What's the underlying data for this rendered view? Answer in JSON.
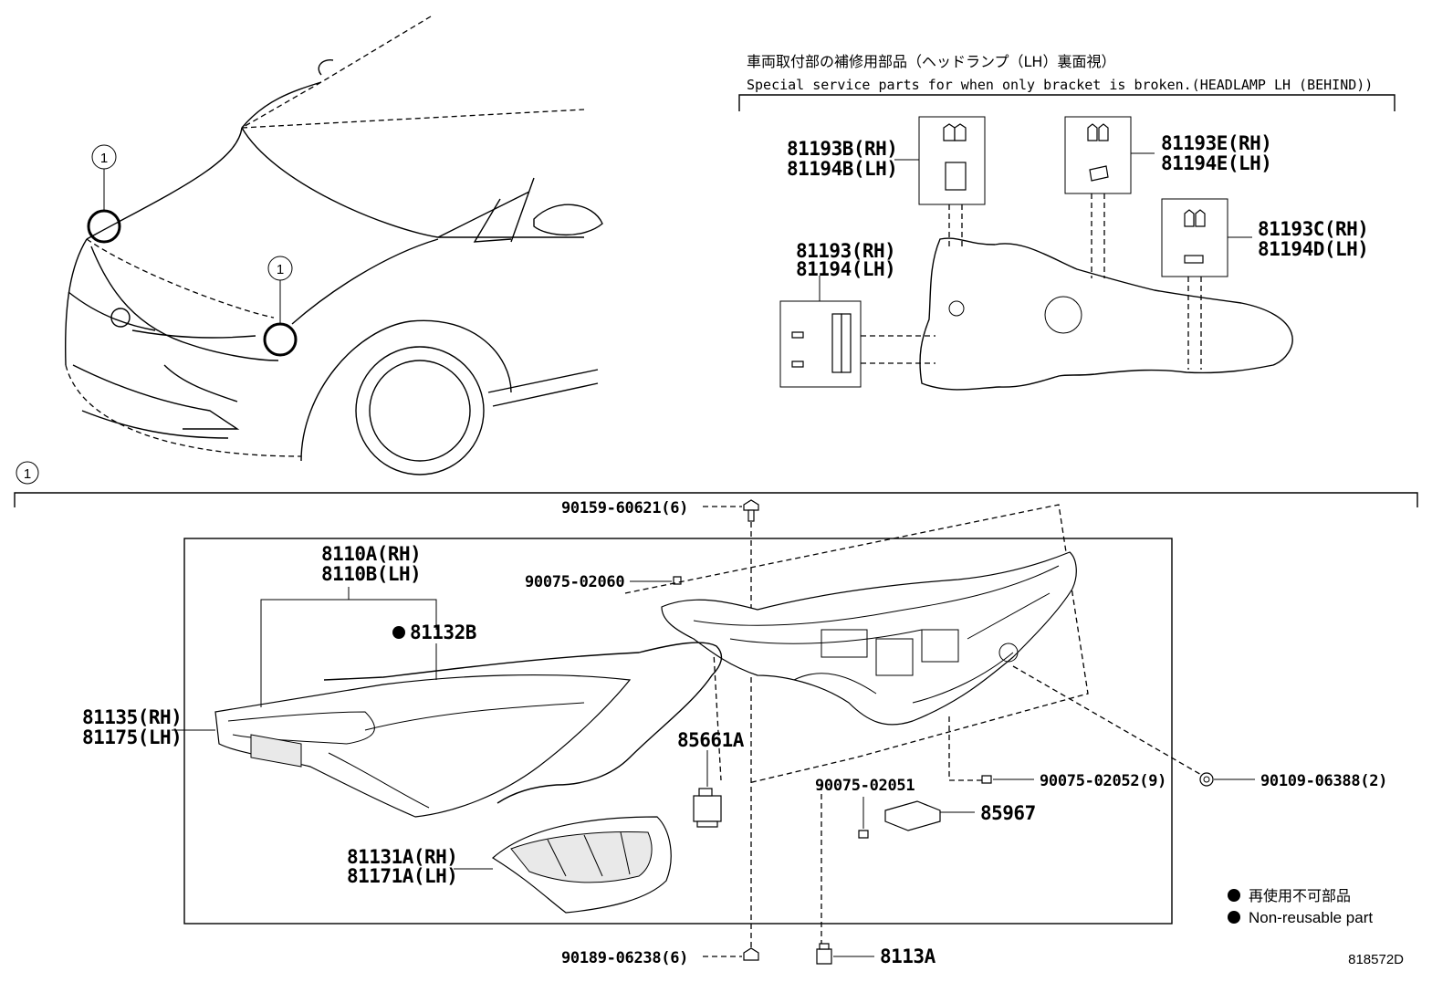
{
  "callout": {
    "number": "1"
  },
  "inset": {
    "title_jp": "車両取付部の補修用部品（ヘッドランプ（LH）裏面視）",
    "title_en": "Special service parts for when only bracket is broken.(HEADLAMP LH (BEHIND))",
    "labels": {
      "b_rh": "81193B(RH)",
      "b_lh": "81194B(LH)",
      "e_rh": "81193E(RH)",
      "e_lh": "81194E(LH)",
      "c_rh": "81193C(RH)",
      "c_lh": "81194D(LH)",
      "base_rh": "81193(RH)",
      "base_lh": "81194(LH)"
    }
  },
  "main": {
    "labels": {
      "bolt_top": "90159-60621(6)",
      "screw_a": "90075-02060",
      "lens_rh": "8110A(RH)",
      "lens_lh": "8110B(LH)",
      "gasket": "81132B",
      "housing_rh": "81135(RH)",
      "housing_lh": "81175(LH)",
      "bulb": "85661A",
      "screw_b": "90075-02051",
      "screw_c": "90075-02052(9)",
      "nut": "90109-06388(2)",
      "module": "85967",
      "cover_rh": "81131A(RH)",
      "cover_lh": "81171A(LH)",
      "bolt_bottom": "90189-06238(6)",
      "clip": "8113A"
    }
  },
  "legend": {
    "jp": "再使用不可部品",
    "en": "Non-reusable part"
  },
  "ref": "818572D"
}
